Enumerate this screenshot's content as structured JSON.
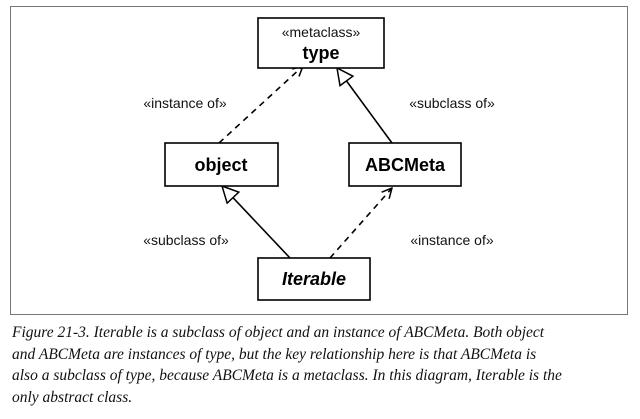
{
  "diagram": {
    "nodes": {
      "type": {
        "stereotype": "«metaclass»",
        "name": "type",
        "abstract": false
      },
      "object": {
        "name": "object",
        "abstract": false
      },
      "abcmeta": {
        "name": "ABCMeta",
        "abstract": false
      },
      "iterable": {
        "name": "Iterable",
        "abstract": true
      }
    },
    "edges": [
      {
        "from": "object",
        "to": "type",
        "kind": "instance",
        "label": "«instance of»"
      },
      {
        "from": "abcmeta",
        "to": "type",
        "kind": "subclass",
        "label": "«subclass of»"
      },
      {
        "from": "iterable",
        "to": "object",
        "kind": "subclass",
        "label": "«subclass of»"
      },
      {
        "from": "iterable",
        "to": "abcmeta",
        "kind": "instance",
        "label": "«instance of»"
      }
    ]
  },
  "caption": {
    "lines": [
      "Figure 21-3. Iterable is a subclass of object and an instance of ABCMeta. Both object",
      "and ABCMeta are instances of type, but the key relationship here is that ABCMeta is",
      "also a subclass of type, because ABCMeta is a metaclass. In this diagram, Iterable is the",
      "only abstract class."
    ]
  }
}
